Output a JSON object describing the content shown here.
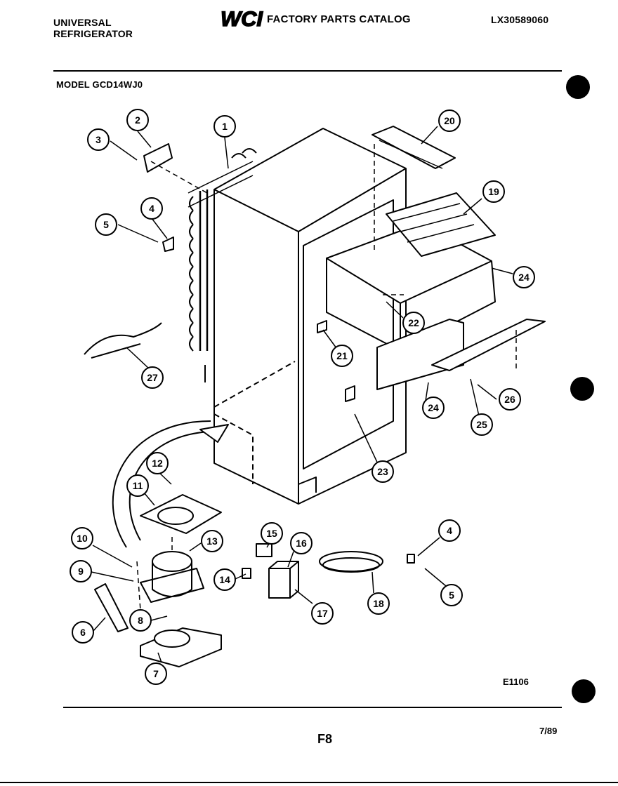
{
  "header": {
    "brand_line1": "UNIVERSAL",
    "brand_line2": "REFRIGERATOR",
    "logo_text": "WCI",
    "catalog_title": "FACTORY PARTS CATALOG",
    "catalog_number": "LX30589060",
    "model": "MODEL GCD14WJ0"
  },
  "callouts": [
    {
      "label": "1"
    },
    {
      "label": "2"
    },
    {
      "label": "3"
    },
    {
      "label": "4"
    },
    {
      "label": "5"
    },
    {
      "label": "20"
    },
    {
      "label": "19"
    },
    {
      "label": "24"
    },
    {
      "label": "22"
    },
    {
      "label": "21"
    },
    {
      "label": "24"
    },
    {
      "label": "26"
    },
    {
      "label": "25"
    },
    {
      "label": "27"
    },
    {
      "label": "23"
    },
    {
      "label": "12"
    },
    {
      "label": "11"
    },
    {
      "label": "13"
    },
    {
      "label": "10"
    },
    {
      "label": "9"
    },
    {
      "label": "15"
    },
    {
      "label": "16"
    },
    {
      "label": "14"
    },
    {
      "label": "4"
    },
    {
      "label": "5"
    },
    {
      "label": "18"
    },
    {
      "label": "17"
    },
    {
      "label": "8"
    },
    {
      "label": "6"
    },
    {
      "label": "7"
    }
  ],
  "footer": {
    "diagram_code": "E1106",
    "date": "7/89",
    "page": "F8"
  }
}
